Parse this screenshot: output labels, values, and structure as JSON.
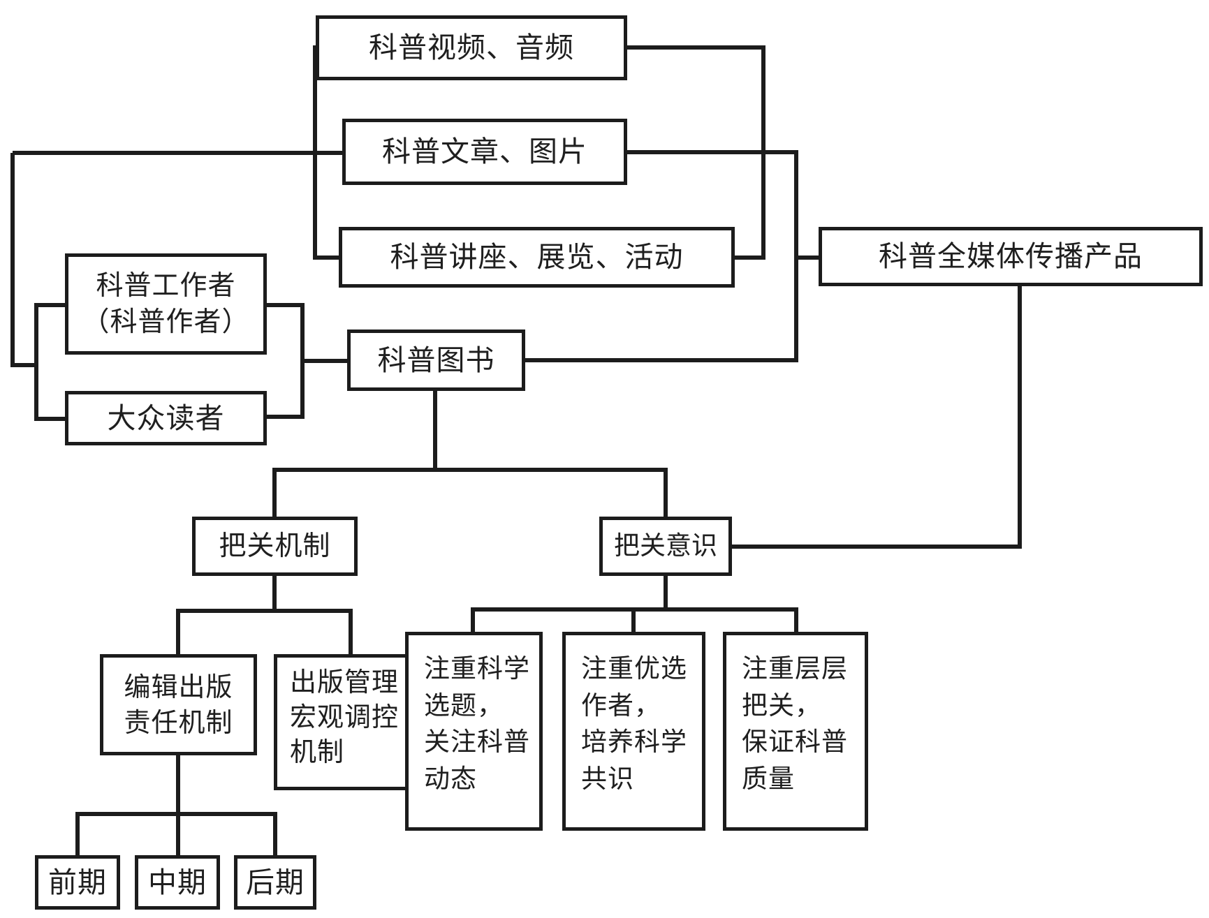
{
  "diagram": {
    "type": "flowchart",
    "colors": {
      "line": "#1c1c1c",
      "background": "#ffffff",
      "text": "#1f1f1f"
    },
    "nodes": {
      "video": {
        "label": "科普视频、音频"
      },
      "article": {
        "label": "科普文章、图片"
      },
      "lecture": {
        "label": "科普讲座、展览、活动"
      },
      "allmedia": {
        "label": "科普全媒体传播产品"
      },
      "worker": {
        "label": "科普工作者\n（科普作者）"
      },
      "reader": {
        "label": "大众读者"
      },
      "book": {
        "label": "科普图书"
      },
      "mech": {
        "label": "把关机制"
      },
      "aware": {
        "label": "把关意识"
      },
      "edit": {
        "label": "编辑出版\n责任机制"
      },
      "manage": {
        "label": "出版管理\n宏观调控\n机制"
      },
      "topic": {
        "label": "注重科学\n选题，\n关注科普\n动态"
      },
      "author": {
        "label": "注重优选\n作者，\n培养科学\n共识"
      },
      "quality": {
        "label": "注重层层\n把关，\n保证科普\n质量"
      },
      "early": {
        "label": "前期"
      },
      "mid": {
        "label": "中期"
      },
      "late": {
        "label": "后期"
      }
    }
  }
}
